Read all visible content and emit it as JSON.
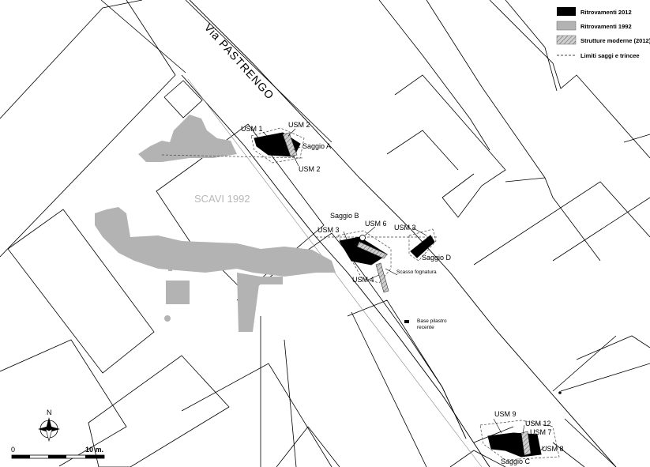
{
  "street_name": "Via PASTRENGO",
  "excavation_1992_label": "SCAVI 1992",
  "legend": {
    "items": [
      {
        "label": "Ritrovamenti 2012",
        "swatch": "solid-black",
        "color": "#000000"
      },
      {
        "label": "Ritrovamenti 1992",
        "swatch": "solid-gray",
        "color": "#b3b3b3"
      },
      {
        "label": "Strutture moderne (2012)",
        "swatch": "hatched",
        "color": "#888888"
      },
      {
        "label": "Limiti saggi e trincee",
        "swatch": "dashed-line",
        "color": "#444444"
      }
    ]
  },
  "labels": {
    "usm1": "USM 1",
    "usm2_top": "USM 2",
    "saggio_a": "Saggio A",
    "usm2_bottom": "USM 2",
    "saggio_b": "Saggio B",
    "usm6": "USM 6",
    "usm3_left": "USM 3",
    "usm3_right": "USM 3",
    "saggio_d": "Saggio D",
    "scasso": "Scasso fognatura",
    "usm4": "USM 4",
    "base_pilastro_1": "Base pilastro",
    "base_pilastro_2": "recente",
    "usm9": "USM 9",
    "usm12": "USM 12",
    "usm7": "USM 7",
    "usm8": "USM 8",
    "saggio_c": "Saggio C"
  },
  "north_arrow": {
    "label": "N"
  },
  "scale_bar": {
    "start_label": "0",
    "end_label": "10 m.",
    "length_m": 10
  }
}
